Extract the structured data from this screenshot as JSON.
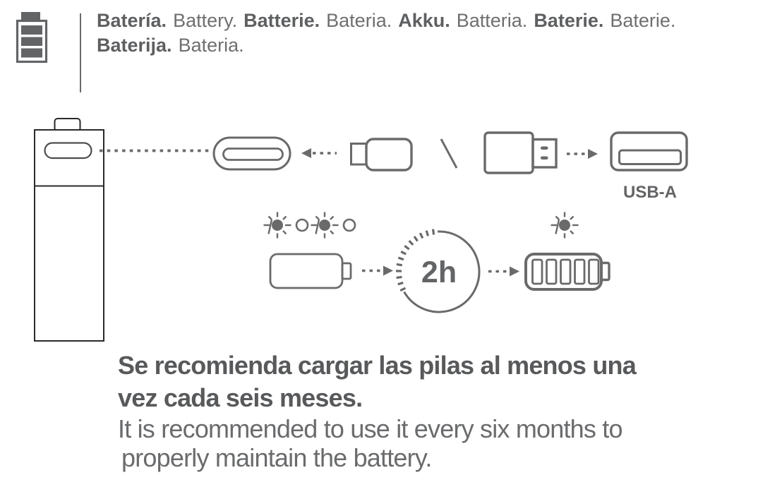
{
  "header": {
    "icon": "battery-level-icon",
    "line1": [
      {
        "text": "Batería."
      },
      {
        "text": "Battery."
      },
      {
        "text": "Batterie."
      },
      {
        "text": "Bateria."
      },
      {
        "text": "Akku."
      },
      {
        "text": "Batteria."
      },
      {
        "text": "Baterie."
      },
      {
        "text": "Baterie."
      }
    ],
    "line2": [
      {
        "text": "Baterija."
      },
      {
        "text": "Bateria."
      }
    ]
  },
  "diagram": {
    "usb_a_label": "USB-A",
    "charge_time": "2h",
    "colors": {
      "stroke_gray": "#6a6a6a",
      "battery_outline": "#2a2a2a"
    },
    "icons": [
      "aa-battery-with-usb-c-port-icon",
      "usb-c-port-icon",
      "arrow-left-dotted-icon",
      "usb-c-plug-icon",
      "slash-icon",
      "usb-a-adapter-icon",
      "arrow-right-dotted-icon",
      "usb-a-port-icon",
      "led-blink-indicator-icon",
      "empty-battery-icon",
      "charge-timer-circle-icon",
      "sun-led-on-icon",
      "full-battery-icon"
    ]
  },
  "footer": {
    "es_line1": "Se recomienda cargar las pilas al menos una",
    "es_line2": "vez cada seis meses.",
    "en_line1": "It is recommended to use it every six months to",
    "en_line2": "properly maintain the battery."
  }
}
